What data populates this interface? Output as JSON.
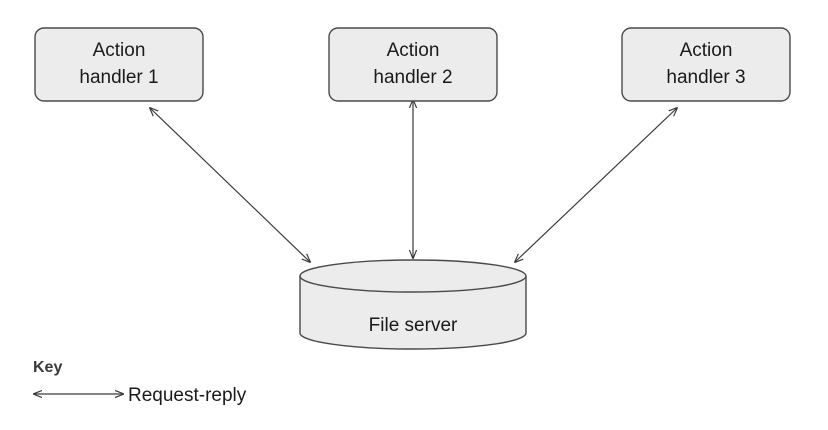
{
  "handlers": [
    {
      "line1": "Action",
      "line2": "handler 1"
    },
    {
      "line1": "Action",
      "line2": "handler 2"
    },
    {
      "line1": "Action",
      "line2": "handler 3"
    }
  ],
  "server": {
    "label": "File server"
  },
  "key": {
    "title": "Key",
    "label": "Request-reply"
  },
  "colors": {
    "box_fill": "#ececec",
    "box_stroke": "#4a4a4a",
    "arrow": "#3a3a3a",
    "text": "#1a1a1a"
  }
}
